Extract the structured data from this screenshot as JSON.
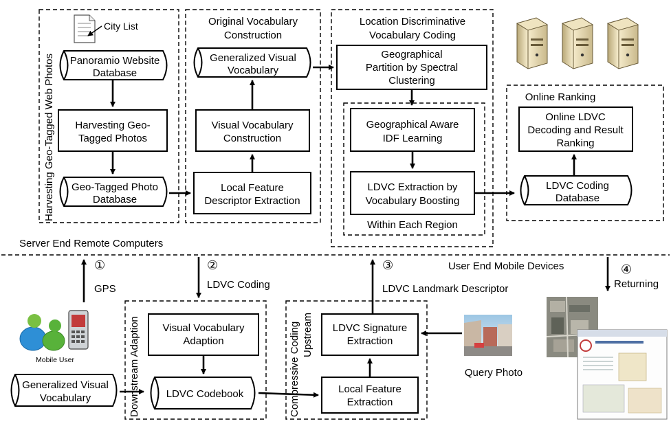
{
  "groups": {
    "harvesting": "Harvesting Geo-Tagged Web Photos",
    "original_vocab": [
      "Original Vocabulary",
      "Construction"
    ],
    "location_coding": [
      "Location Discriminative",
      "Vocabulary Coding"
    ],
    "within_region": "Within Each Region",
    "online_ranking": "Online Ranking",
    "downstream": "Downstream Adaption",
    "upstream": [
      "Upstream",
      "Compressive Coding"
    ]
  },
  "nodes": {
    "city_list": "City List",
    "panoramio_db": [
      "Panoramio Website",
      "Database"
    ],
    "harvest_photos": [
      "Harvesting Geo-",
      "Tagged Photos"
    ],
    "geotagged_db": [
      "Geo-Tagged Photo",
      "Database"
    ],
    "generalized_vocab_server": [
      "Generalized Visual",
      "Vocabulary"
    ],
    "visual_vocab_construction": [
      "Visual Vocabulary",
      "Construction"
    ],
    "local_feature_server": [
      "Local Feature",
      "Descriptor Extraction"
    ],
    "geo_partition": [
      "Geographical",
      "Partition by Spectral",
      "Clustering"
    ],
    "geo_idf": [
      "Geographical Aware",
      "IDF Learning"
    ],
    "ldvc_extraction": [
      "LDVC Extraction by",
      "Vocabulary Boosting"
    ],
    "online_decoding": [
      "Online LDVC",
      "Decoding and Result",
      "Ranking"
    ],
    "ldvc_coding_db": [
      "LDVC Coding",
      "Database"
    ],
    "generalized_vocab_mobile": [
      "Generalized Visual",
      "Vocabulary"
    ],
    "vocab_adaption": [
      "Visual Vocabulary",
      "Adaption"
    ],
    "ldvc_codebook": "LDVC Codebook",
    "ldvc_signature": [
      "LDVC Signature",
      "Extraction"
    ],
    "local_feature_mobile": [
      "Local Feature",
      "Extraction"
    ]
  },
  "labels": {
    "server_end": "Server End Remote Computers",
    "user_end": "User End Mobile Devices",
    "mobile_user": "Mobile User",
    "query_photo": "Query Photo",
    "step1_num": "①",
    "step1": "GPS",
    "step2_num": "②",
    "step2": "LDVC Coding",
    "step3_num": "③",
    "step3": "LDVC Landmark Descriptor",
    "step4_num": "④",
    "step4": "Returning"
  },
  "icons": [
    "document-icon",
    "server-icon",
    "server-icon",
    "server-icon",
    "mobile-user-icon",
    "query-photo-icon",
    "map-result-icon",
    "webpage-result-icon"
  ]
}
